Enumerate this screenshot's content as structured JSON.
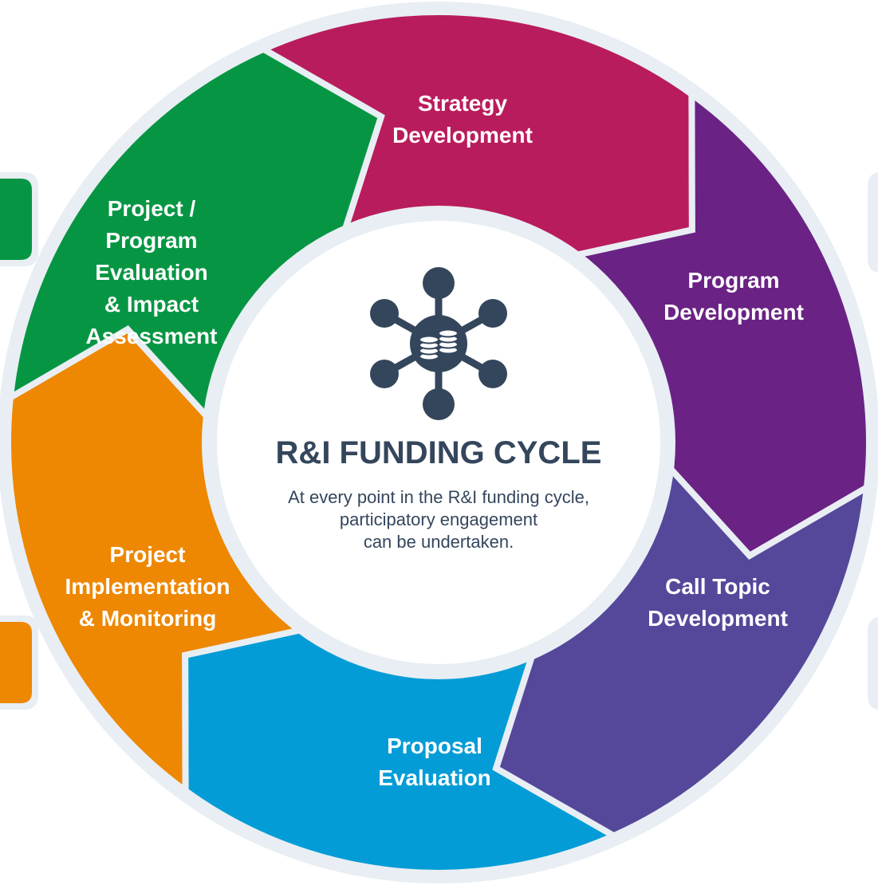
{
  "diagram": {
    "center": {
      "title": "R&I FUNDING CYCLE",
      "caption": "At every point in the R&I funding cycle,\nparticipatory engagement\ncan be undertaken.",
      "icon": "network-coins-icon"
    },
    "stages": [
      {
        "id": "strategy",
        "label": "Strategy\nDevelopment",
        "color": "#b91c5c"
      },
      {
        "id": "program",
        "label": "Program\nDevelopment",
        "color": "#6a2285"
      },
      {
        "id": "call-topic",
        "label": "Call Topic\nDevelopment",
        "color": "#55489a"
      },
      {
        "id": "proposal",
        "label": "Proposal\nEvaluation",
        "color": "#039cd6"
      },
      {
        "id": "implementation",
        "label": "Project\nImplementation\n& Monitoring",
        "color": "#ee8702"
      },
      {
        "id": "evaluation",
        "label": "Project /\nProgram\nEvaluation\n& Impact\nAssessment",
        "color": "#069643"
      }
    ],
    "ring_color": "#e8eef3",
    "icon_color": "#34465c"
  }
}
